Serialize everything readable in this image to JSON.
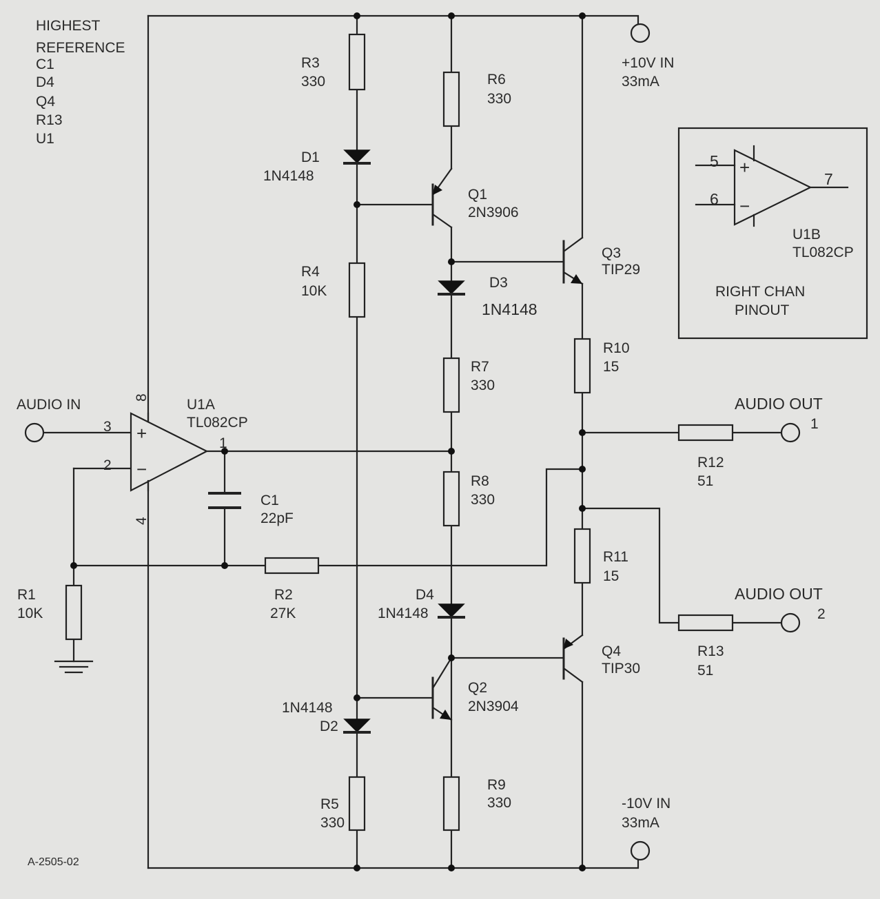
{
  "notes": {
    "highest_reference_title": [
      "HIGHEST",
      "REFERENCE"
    ],
    "highest_reference_items": [
      "C1",
      "D4",
      "Q4",
      "R13",
      "U1"
    ],
    "drawing_number": "A-2505-02"
  },
  "supplies": {
    "positive": {
      "label": "+10V IN",
      "current": "33mA"
    },
    "negative": {
      "label": "-10V IN",
      "current": "33mA"
    }
  },
  "io": {
    "input": {
      "label": "AUDIO IN"
    },
    "out1": {
      "label": "AUDIO OUT",
      "number": "1"
    },
    "out2": {
      "label": "AUDIO OUT",
      "number": "2"
    }
  },
  "u1a": {
    "ref": "U1A",
    "part": "TL082CP",
    "pin_plus": "3",
    "pin_minus": "2",
    "pin_out": "1",
    "pin_vplus": "8",
    "pin_vminus": "4",
    "plus_sign": "+",
    "minus_sign": "−"
  },
  "u1b": {
    "ref": "U1B",
    "part": "TL082CP",
    "pin_plus": "5",
    "pin_minus": "6",
    "pin_out": "7",
    "plus_sign": "+",
    "minus_sign": "−",
    "caption": [
      "RIGHT CHAN",
      "PINOUT"
    ]
  },
  "resistors": {
    "r1": {
      "ref": "R1",
      "value": "10K"
    },
    "r2": {
      "ref": "R2",
      "value": "27K"
    },
    "r3": {
      "ref": "R3",
      "value": "330"
    },
    "r4": {
      "ref": "R4",
      "value": "10K"
    },
    "r5": {
      "ref": "R5",
      "value": "330"
    },
    "r6": {
      "ref": "R6",
      "value": "330"
    },
    "r7": {
      "ref": "R7",
      "value": "330"
    },
    "r8": {
      "ref": "R8",
      "value": "330"
    },
    "r9": {
      "ref": "R9",
      "value": "330"
    },
    "r10": {
      "ref": "R10",
      "value": "15"
    },
    "r11": {
      "ref": "R11",
      "value": "15"
    },
    "r12": {
      "ref": "R12",
      "value": "51"
    },
    "r13": {
      "ref": "R13",
      "value": "51"
    }
  },
  "capacitors": {
    "c1": {
      "ref": "C1",
      "value": "22pF"
    }
  },
  "diodes": {
    "d1": {
      "ref": "D1",
      "part": "1N4148"
    },
    "d2": {
      "ref": "D2",
      "part": "1N4148"
    },
    "d3": {
      "ref": "D3",
      "part": "1N4148"
    },
    "d4": {
      "ref": "D4",
      "part": "1N4148"
    }
  },
  "transistors": {
    "q1": {
      "ref": "Q1",
      "part": "2N3906"
    },
    "q2": {
      "ref": "Q2",
      "part": "2N3904"
    },
    "q3": {
      "ref": "Q3",
      "part": "TIP29"
    },
    "q4": {
      "ref": "Q4",
      "part": "TIP30"
    }
  }
}
